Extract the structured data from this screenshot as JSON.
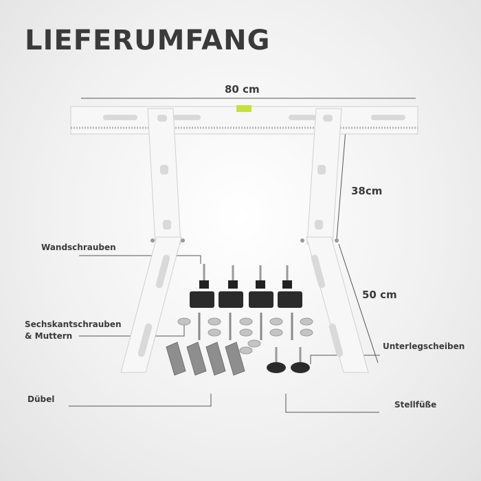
{
  "title": "LIEFERUMFANG",
  "dimensions": {
    "width": "80 cm",
    "height": "38cm",
    "depth": "50 cm"
  },
  "labels": {
    "wall_screws": "Wandschrauben",
    "hex_screws_line1": "Sechskantschrauben",
    "hex_screws_line2": "& Muttern",
    "dowels": "Dübel",
    "washers": "Unterlegscheiben",
    "feet": "Stellfüße"
  },
  "colors": {
    "text": "#3a3a3a",
    "bracket": "#f7f7f7",
    "line": "#555555",
    "level": "#c8e03c"
  }
}
